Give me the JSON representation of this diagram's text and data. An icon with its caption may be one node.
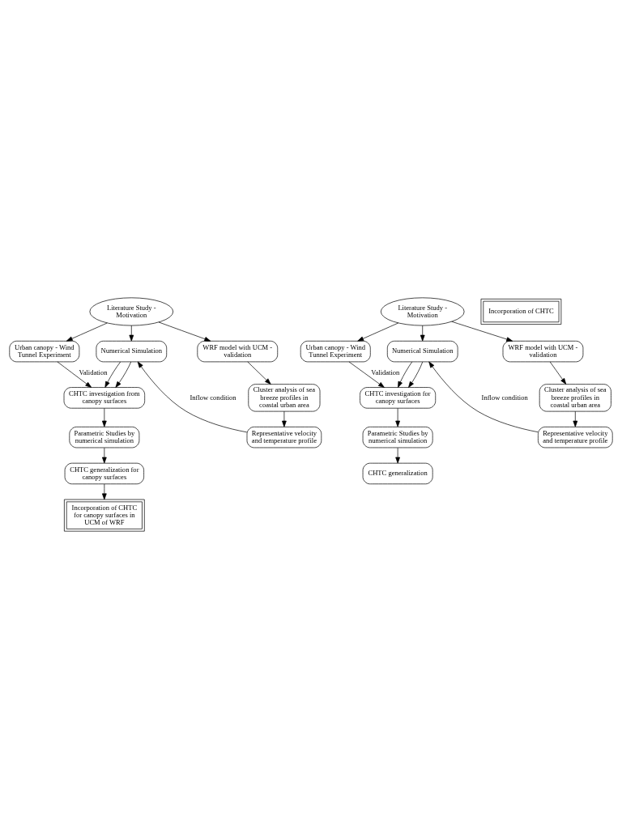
{
  "diagram": {
    "nodes": [
      {
        "text": [
          "Literature Study - Motivation"
        ]
      },
      {
        "text": [
          "Urban canopy - Wind Tunnel Experiment"
        ]
      },
      {
        "text": [
          "Numerical Simulation"
        ]
      },
      {
        "text": [
          "WRF model with UCM - validation"
        ]
      },
      {
        "text": [
          "Cluster analysis of sea breeze profiles in coastal urban area"
        ]
      },
      {
        "text": [
          "CHTC investigation from canopy surfaces"
        ]
      },
      {
        "text": [
          "Representative velocity and temperature profile"
        ]
      },
      {
        "text": [
          "Parametric Studies by numerical simulation"
        ]
      },
      {
        "text": [
          "CHTC generalization for canopy surfaces"
        ]
      },
      {
        "text": [
          "Incorporation of CHTC for canopy surfaces in UCM of WRF"
        ]
      },
      {
        "text": [
          "Literature Study - Motivation"
        ]
      },
      {
        "text": [
          "Urban canopy - Wind Tunnel Experiment"
        ]
      },
      {
        "text": [
          "Numerical Simulation"
        ]
      },
      {
        "text": [
          "WRF model with UCM - validation"
        ]
      },
      {
        "text": [
          "Cluster analysis of sea breeze profiles in coastal urban area"
        ]
      },
      {
        "text": [
          "CHTC investigation for canopy surfaces"
        ]
      },
      {
        "text": [
          "Representative velocity and temperature profile"
        ]
      },
      {
        "text": [
          "Parametric Studies by numerical simulation"
        ]
      },
      {
        "text": [
          "CHTC generalization"
        ]
      },
      {
        "text": [
          "Incorporation of CHTC"
        ]
      }
    ],
    "edges": [
      {
        "from": 0,
        "to": 1,
        "arrow": "to"
      },
      {
        "from": 0,
        "to": 2,
        "arrow": "to"
      },
      {
        "from": 0,
        "to": 3,
        "arrow": "to"
      },
      {
        "from": 1,
        "to": 5,
        "arrow": "to",
        "label": "Validation"
      },
      {
        "from": 2,
        "to": 5,
        "arrow": "to"
      },
      {
        "from": 2,
        "to": 5,
        "arrow": "to"
      },
      {
        "from": 3,
        "to": 4,
        "arrow": "to"
      },
      {
        "from": 4,
        "to": 6,
        "arrow": "to"
      },
      {
        "from": 6,
        "to": 2,
        "arrow": "to",
        "label": "Inflow condition"
      },
      {
        "from": 5,
        "to": 7,
        "arrow": "to"
      },
      {
        "from": 7,
        "to": 8,
        "arrow": "to"
      },
      {
        "from": 8,
        "to": 9,
        "arrow": "to"
      },
      {
        "from": 10,
        "to": 11,
        "arrow": "to"
      },
      {
        "from": 10,
        "to": 12,
        "arrow": "to"
      },
      {
        "from": 10,
        "to": 13,
        "arrow": "to"
      },
      {
        "from": 11,
        "to": 15,
        "arrow": "to",
        "label": "Validation"
      },
      {
        "from": 12,
        "to": 15,
        "arrow": "to"
      },
      {
        "from": 12,
        "to": 15,
        "arrow": "to"
      },
      {
        "from": 13,
        "to": 14,
        "arrow": "to"
      },
      {
        "from": 14,
        "to": 16,
        "arrow": "to"
      },
      {
        "from": 16,
        "to": 12,
        "arrow": "to",
        "label": "Inflow condition"
      },
      {
        "from": 15,
        "to": 17,
        "arrow": "to"
      },
      {
        "from": 17,
        "to": 18,
        "arrow": "to"
      }
    ]
  }
}
